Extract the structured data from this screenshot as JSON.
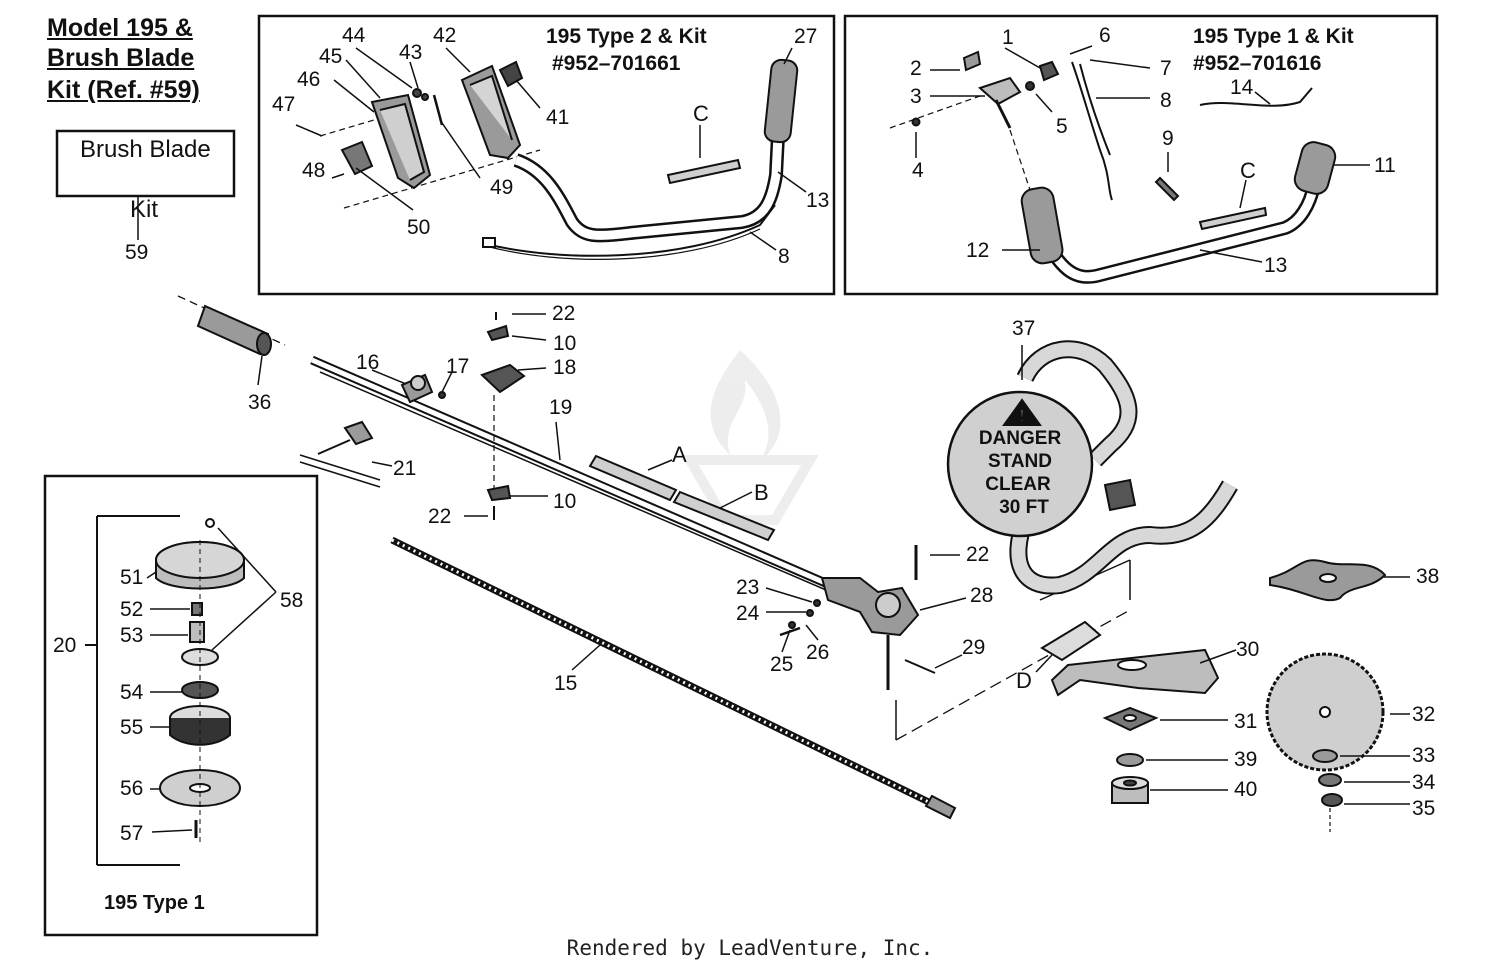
{
  "title": {
    "line1": "Model 195 &",
    "line2": "Brush Blade",
    "line3": "Kit (Ref. #59)"
  },
  "brush_blade_box": {
    "text_line1": "Brush Blade",
    "text_line2": "Kit",
    "ref": "59"
  },
  "type2_panel": {
    "title": "195  Type 2 & Kit",
    "kit_number": "#952–701661"
  },
  "type1_panel": {
    "title": "195  Type 1 & Kit",
    "kit_number": "#952–701616"
  },
  "type1_head_panel": {
    "label": "195 Type 1",
    "group_ref": "20"
  },
  "danger_label": {
    "line1": "DANGER",
    "line2": "STAND",
    "line3": "CLEAR",
    "line4": "30 FT"
  },
  "letters": {
    "a": "A",
    "b": "B",
    "c_type2": "C",
    "c_type1": "C",
    "d": "D"
  },
  "callouts": {
    "n1": "1",
    "n2": "2",
    "n3": "3",
    "n4": "4",
    "n5": "5",
    "n6": "6",
    "n7": "7",
    "n8a": "8",
    "n8b": "8",
    "n9": "9",
    "n10a": "10",
    "n10b": "10",
    "n11": "11",
    "n12": "12",
    "n13a": "13",
    "n13b": "13",
    "n14": "14",
    "n15": "15",
    "n16": "16",
    "n17": "17",
    "n18": "18",
    "n19": "19",
    "n21": "21",
    "n22a": "22",
    "n22b": "22",
    "n22c": "22",
    "n23": "23",
    "n24": "24",
    "n25": "25",
    "n26": "26",
    "n27": "27",
    "n28": "28",
    "n29": "29",
    "n30": "30",
    "n31": "31",
    "n32": "32",
    "n33": "33",
    "n34": "34",
    "n35": "35",
    "n36": "36",
    "n37": "37",
    "n38": "38",
    "n39": "39",
    "n40": "40",
    "n41": "41",
    "n42": "42",
    "n43": "43",
    "n44": "44",
    "n45": "45",
    "n46": "46",
    "n47": "47",
    "n48": "48",
    "n49": "49",
    "n50": "50",
    "n51": "51",
    "n52": "52",
    "n53": "53",
    "n54": "54",
    "n55": "55",
    "n56": "56",
    "n57": "57",
    "n58": "58"
  },
  "footer": "Rendered by LeadVenture, Inc.",
  "colors": {
    "ink": "#111111",
    "background": "#ffffff",
    "shade": "#9a9a9a",
    "watermark": "#e8e8e8"
  }
}
